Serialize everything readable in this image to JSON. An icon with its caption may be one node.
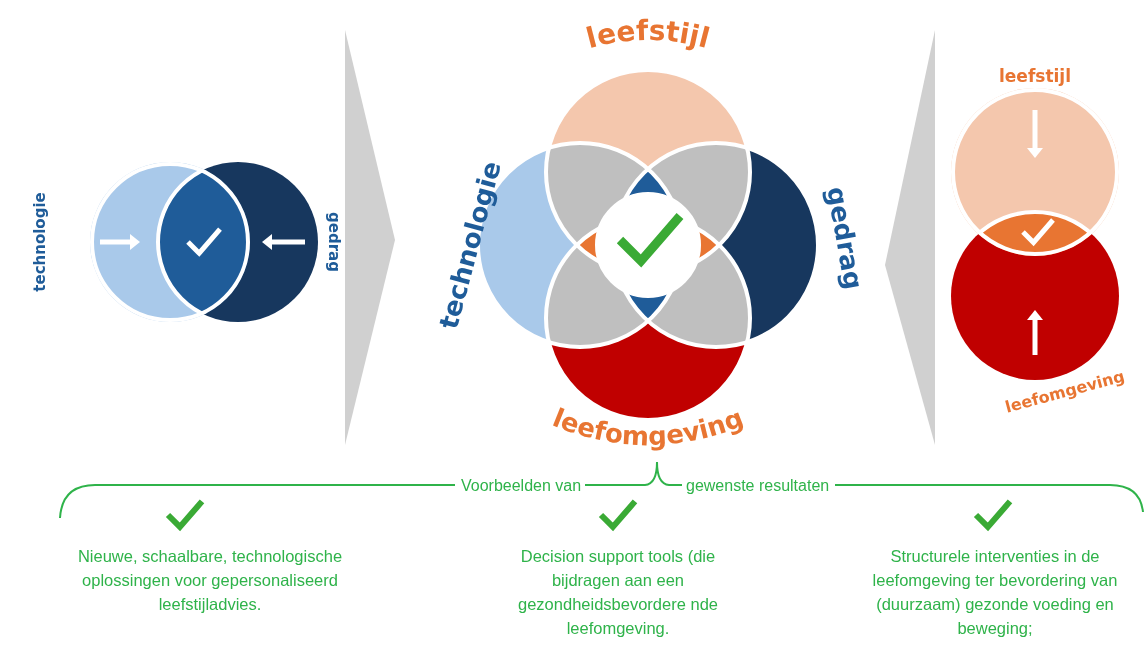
{
  "diagram": {
    "labels": [
      "leefstijl",
      "leefstijl",
      "technologie",
      "gedrag",
      "technologie",
      "gedrag",
      "leefomgeving",
      "leefomgeving",
      "Voorbeelden van",
      "gewenste resultaten",
      "Nieuwe, schaalbare, technologische oplossingen voor gepersonaliseerd leefstijladvies.",
      "Decision support tools (die bijdragen aan een gezondheidsbevordere nde leefomgeving.",
      "Structurele interventies in de leefomgeving ter bevordering van (duurzaam) gezonde voeding en beweging;"
    ]
  }
}
